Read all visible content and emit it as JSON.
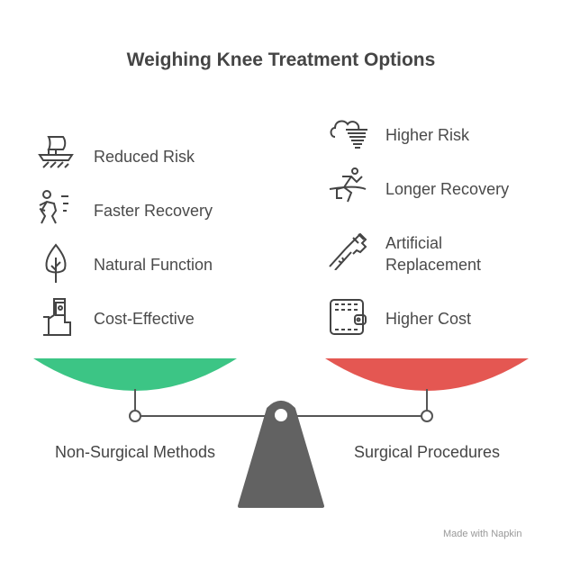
{
  "title": "Weighing Knee Treatment Options",
  "left": {
    "label": "Non-Surgical Methods",
    "color": "#3CC585",
    "items": [
      {
        "text": "Reduced Risk",
        "icon": "boat-icon"
      },
      {
        "text": "Faster Recovery",
        "icon": "running-person-icon"
      },
      {
        "text": "Natural Function",
        "icon": "tree-icon"
      },
      {
        "text": "Cost-Effective",
        "icon": "hand-money-icon"
      }
    ]
  },
  "right": {
    "label": "Surgical Procedures",
    "color": "#E45752",
    "items": [
      {
        "text": "Higher Risk",
        "icon": "storm-cloud-icon"
      },
      {
        "text": "Longer Recovery",
        "icon": "runner-finish-icon"
      },
      {
        "text": "Artificial Replacement",
        "icon": "robotic-arm-icon"
      },
      {
        "text": "Higher Cost",
        "icon": "wallet-icon"
      }
    ]
  },
  "footer": "Made with  Napkin"
}
